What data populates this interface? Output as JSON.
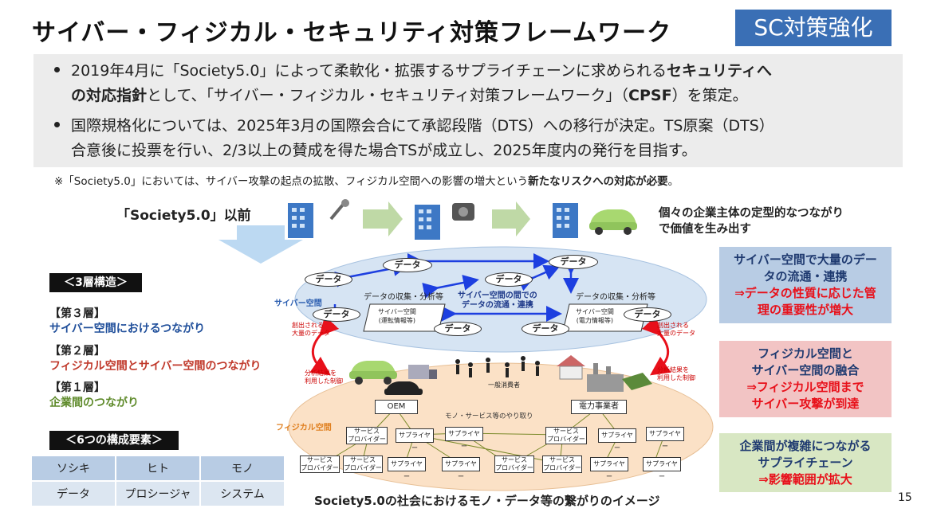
{
  "header": {
    "title": "サイバー・フィジカル・セキュリティ対策フレームワーク",
    "badge": "SC対策強化"
  },
  "bullets": [
    {
      "line1_pre": "2019年4月に「Society5.0」によって柔軟化・拡張するサプライチェーンに求められる",
      "line1_bold": "セキュリティへ",
      "line2_bold": "の対応指針",
      "line2_mid": "として、「サイバー・フィジカル・セキュリティ対策フレームワーク」（",
      "line2_bold2": "CPSF",
      "line2_end": "）を策定。"
    },
    {
      "line1": "国際規格化については、2025年3月の国際会合にて承認段階（DTS）への移行が決定。TS原案（DTS）",
      "line2": "合意後に投票を行い、2/3以上の賛成を得た場合TSが成立し、2025年度内の発行を目指す。"
    }
  ],
  "note": {
    "pre": "※「Society5.0」においては、サイバー攻撃の起点の拡散、フィジカル空間への影響の増大という",
    "bold": "新たなリスクへの対応が必要",
    "end": "。"
  },
  "before_label": "「Society5.0」以前",
  "before_desc": [
    "個々の企業主体の定型的なつながり",
    "で価値を生み出す"
  ],
  "layers": {
    "heading": "＜3層構造＞",
    "items": [
      {
        "tag": "【第３層】",
        "desc": "サイバー空間におけるつながり",
        "color": "#1f4e9a"
      },
      {
        "tag": "【第２層】",
        "desc": "フィジカル空間とサイバー空間のつながり",
        "color": "#c0392b"
      },
      {
        "tag": "【第１層】",
        "desc": "企業間のつながり",
        "color": "#5e8a2a"
      }
    ]
  },
  "elements": {
    "heading": "＜6つの構成要素＞",
    "rows": [
      [
        "ソシキ",
        "ヒト",
        "モノ"
      ],
      [
        "データ",
        "プロシージャ",
        "システム"
      ]
    ]
  },
  "diagram": {
    "cyber_label": "サイバー空間",
    "physical_label": "フィジカル空間",
    "data": "データ",
    "collect1": "データの収集・分析等",
    "collect2": "データの収集・分析等",
    "flow": [
      "サイバー空間の間での",
      "データの流通・連携"
    ],
    "cyber_box1": [
      "サイバー空間",
      "(運転情報等)"
    ],
    "cyber_box2": [
      "サイバー空間",
      "(電力情報等)"
    ],
    "created_data": [
      "創出される",
      "大量のデータ"
    ],
    "analysis_control": [
      "分析結果を",
      "利用した制御"
    ],
    "consumer": "一般消費者",
    "oem": "OEM",
    "power": "電力事業者",
    "exchange": "モノ・サービス等のやり取り",
    "service_provider": [
      "サービス",
      "プロバイダー"
    ],
    "supplier": "サプライヤー",
    "caption": "Society5.0の社会におけるモノ・データ等の繋がりのイメージ"
  },
  "right_boxes": [
    {
      "lines": [
        "サイバー空間で大量のデー",
        "タの流通・連携"
      ],
      "red": [
        "⇒データの性質に応じた管",
        "理の重要性が増大"
      ],
      "bg": "#b8cce4"
    },
    {
      "lines": [
        "フィジカル空間と",
        "サイバー空間の融合"
      ],
      "red": [
        "⇒フィジカル空間まで"
      ],
      "after": [
        "サイバー攻撃が到達"
      ],
      "bg": "#f2c4c4"
    },
    {
      "lines": [
        "企業間が複雑につながる",
        "サプライチェーン"
      ],
      "red": [
        "⇒影響範囲が拡大"
      ],
      "bg": "#d8e7c3"
    }
  ],
  "page_number": "15",
  "colors": {
    "accent": "#3a6fb5",
    "red": "#e8101a",
    "navy": "#1f4e9a",
    "green": "#5e8a2a"
  }
}
